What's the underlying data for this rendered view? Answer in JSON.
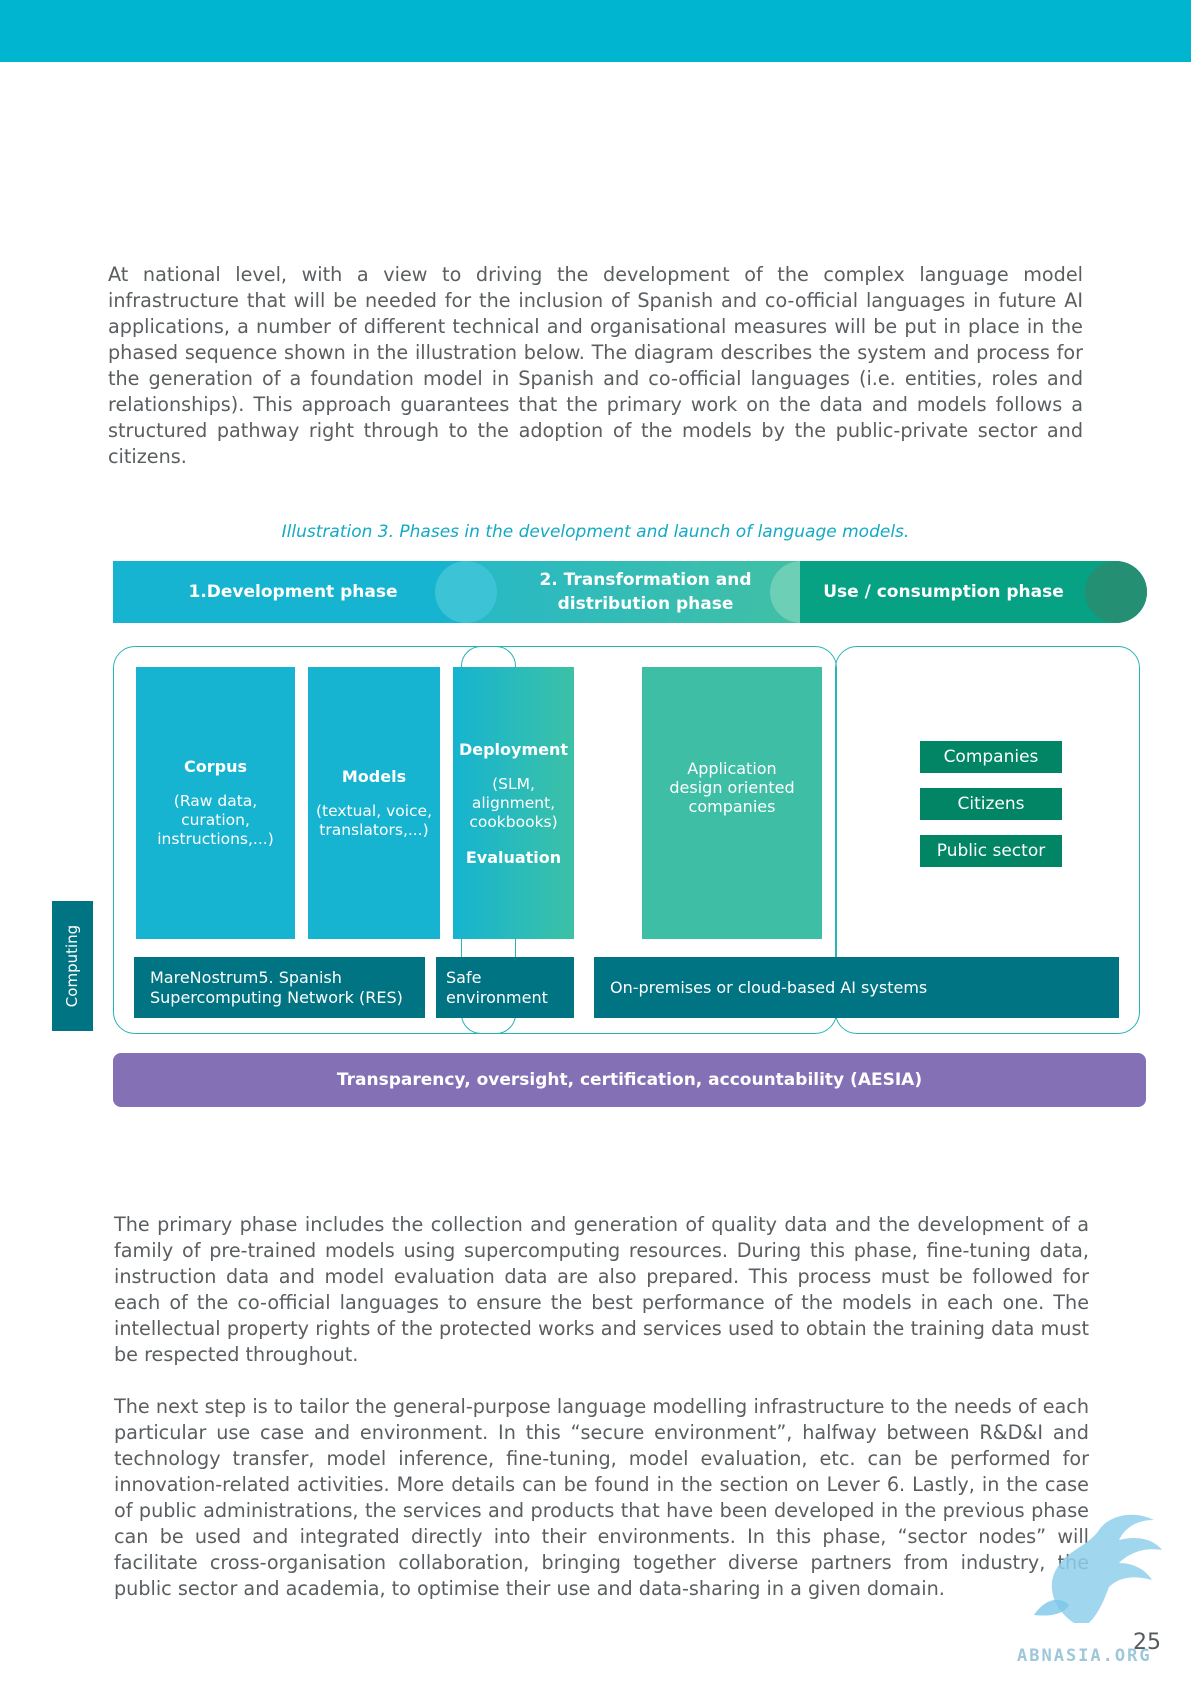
{
  "intro_text": "At national level, with a view to driving the development of the complex language model infrastructure that will be needed for the inclusion of Spanish and co-official languages in future AI applications, a number of different technical and organisational measures will be put in place in the phased sequence shown in the illustration below. The diagram describes the system and process for the generation of a foundation model in Spanish and co-official languages (i.e. entities, roles and relationships). This approach guarantees that the primary work on the data and models follows a structured pathway right through to the adoption of the models by the public-private sector and citizens.",
  "caption": "Illustration 3. Phases in the development and launch of language models.",
  "phases": {
    "phase1": "1.Development phase",
    "phase2_line1": "2. Transformation and",
    "phase2_line2": "distribution phase",
    "phase3": "Use / consumption phase"
  },
  "columns": {
    "corpus": {
      "title": "Corpus",
      "line1": "(Raw data,",
      "line2": "curation,",
      "line3": "instructions,...)"
    },
    "models": {
      "title": "Models",
      "line1": "(textual, voice,",
      "line2": "translators,...)"
    },
    "deployment": {
      "title": "Deployment",
      "line1": "(SLM,",
      "line2": "alignment,",
      "line3": "cookbooks)",
      "evaluation": "Evaluation"
    },
    "application": {
      "line1": "Application",
      "line2": "design oriented",
      "line3": "companies"
    }
  },
  "users": [
    "Companies",
    "Citizens",
    "Public sector"
  ],
  "computing": {
    "label": "Computing",
    "mare_line1": "MareNostrum5. Spanish",
    "mare_line2": "Supercomputing Network (RES)",
    "safe_line1": "Safe",
    "safe_line2": "environment",
    "onprem": "On-premises or cloud-based AI systems"
  },
  "aesia": "Transparency, oversight, certification, accountability (AESIA)",
  "body_para1": "The primary phase includes the collection and generation of quality data and the development of a family of pre-trained models using supercomputing resources. During this phase, fine-tuning data, instruction data and model evaluation data are also prepared. This process must be followed for each of the co-official languages to ensure the best performance of the models in each one. The intellectual property rights of the protected works and services used to obtain the training data must be respected throughout.",
  "body_para2": "The next step is to tailor the general-purpose language modelling infrastructure to the needs of each particular use case and environment. In this “secure environment”, halfway between R&D&I and technology transfer, model inference, fine-tuning, model evaluation, etc. can be performed for innovation-related activities. More details can be found in the section on Lever 6. Lastly, in the case of public administrations, the services and products that have been developed in the previous phase can be used and integrated directly into their environments. In this phase, “sector nodes” will facilitate cross-organisation collaboration, bringing together diverse partners from industry, the public sector and academia, to optimise their use and data-sharing in a given domain.",
  "page_number": "25",
  "watermark": "ABNASIA.ORG",
  "colors": {
    "header_band": "#00b5d0",
    "teal": "#16b4d0",
    "green": "#07a184",
    "dark_teal": "#017483",
    "purple": "#8470b4",
    "caption": "#13aac4"
  }
}
